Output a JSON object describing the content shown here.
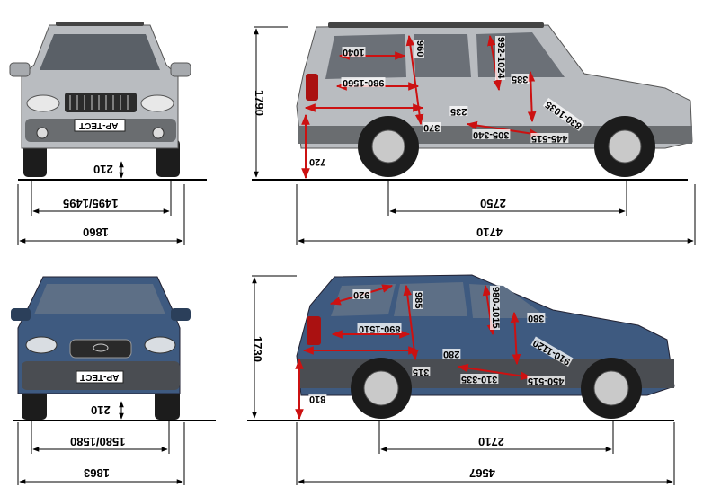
{
  "colors": {
    "line": "#000000",
    "arrow": "#cc1111",
    "car_top_body": "#b9bcc0",
    "car_bottom_body": "#3e5a80"
  },
  "top": {
    "front": {
      "ground_clearance": "210",
      "track": "1495/1495",
      "width": "1860",
      "plate": "AP-TECT"
    },
    "side": {
      "height": "1790",
      "wheelbase": "2750",
      "length": "4710",
      "step_height": "720",
      "interior": [
        "1040",
        "960",
        "992-1024",
        "385",
        "980-1560",
        "235",
        "370",
        "830-1035",
        "305-340",
        "445-515"
      ]
    }
  },
  "bottom": {
    "front": {
      "ground_clearance": "210",
      "track": "1580/1580",
      "width": "1863",
      "plate": "AP-TECT"
    },
    "side": {
      "height": "1730",
      "wheelbase": "2710",
      "length": "4567",
      "step_height": "810",
      "interior": [
        "920",
        "985",
        "980-1015",
        "380",
        "890-1510",
        "280",
        "315",
        "310-335",
        "910-1120",
        "450-515"
      ]
    }
  }
}
